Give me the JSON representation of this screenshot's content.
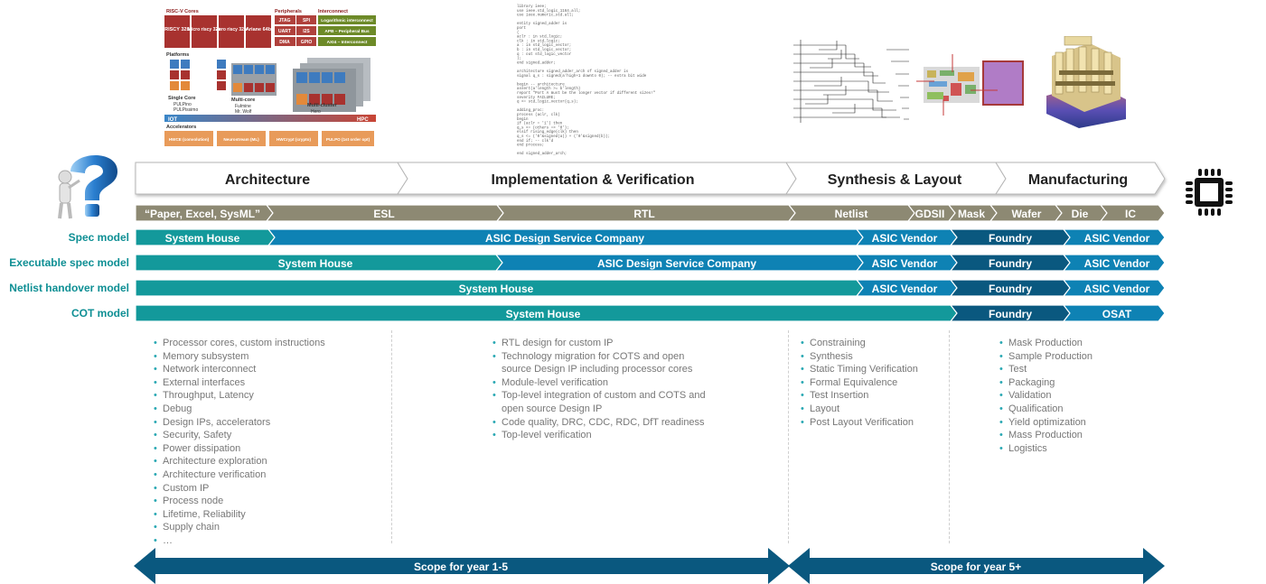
{
  "phases": [
    "Architecture",
    "Implementation & Verification",
    "Synthesis & Layout",
    "Manufacturing"
  ],
  "stages": [
    "“Paper, Excel, SysML”",
    "ESL",
    "RTL",
    "Netlist",
    "GDSII",
    "Mask",
    "Wafer",
    "Die",
    "IC"
  ],
  "models": [
    {
      "label": "Spec model",
      "segments": [
        "System House",
        "ASIC Design Service Company",
        "ASIC Vendor",
        "Foundry",
        "ASIC Vendor"
      ]
    },
    {
      "label": "Executable spec model",
      "segments": [
        "System House",
        "ASIC Design Service Company",
        "ASIC Vendor",
        "Foundry",
        "ASIC Vendor"
      ]
    },
    {
      "label": "Netlist handover model",
      "segments": [
        "System House",
        "ASIC Vendor",
        "Foundry",
        "ASIC Vendor"
      ]
    },
    {
      "label": "COT model",
      "segments": [
        "System House",
        "Foundry",
        "OSAT"
      ]
    }
  ],
  "lists": {
    "architecture": [
      "Processor cores, custom instructions",
      "Memory subsystem",
      "Network interconnect",
      "External interfaces",
      "Throughput,  Latency",
      "Debug",
      "Design IPs, accelerators",
      "Security, Safety",
      "Power dissipation",
      "Architecture exploration",
      "Architecture verification",
      "Custom IP",
      "Process node",
      "Lifetime, Reliability",
      "Supply chain",
      "…"
    ],
    "implementation": [
      "RTL design for custom IP",
      "Technology migration for COTS and open source Design IP including processor cores",
      "Module-level verification",
      "Top-level integration of custom and COTS and open source Design IP",
      "Code quality,  DRC, CDC, RDC, DfT readiness",
      "Top-level verification"
    ],
    "synthesis": [
      "Constraining",
      "Synthesis",
      "Static Timing Verification",
      "Formal Equivalence",
      "Test Insertion",
      "Layout",
      "Post Layout Verification"
    ],
    "manufacturing": [
      "Mask Production",
      "Sample Production",
      "Test",
      "Packaging",
      "Validation",
      "Qualification",
      "Yield optimization",
      "Mass Production",
      "Logistics"
    ]
  },
  "scope": {
    "left": "Scope for year 1-5",
    "right": "Scope for year 5+"
  },
  "thumbnail": {
    "groups": {
      "cores": "RISC-V Cores",
      "peripherals": "Peripherals",
      "interconnect": "Interconnect",
      "platforms": "Platforms",
      "accelerators": "Accelerators"
    },
    "cores": [
      "RISCY 32b",
      "Micro riscy 32b",
      "Zero riscy 32b",
      "Ariane 64b"
    ],
    "peripherals": [
      "JTAG",
      "SPI",
      "UART",
      "I2S",
      "DMA",
      "GPIO"
    ],
    "interconnect": [
      "Logarithmic interconnect",
      "APB – Peripheral Bus",
      "AXI4 – Interconnect"
    ],
    "platform_labels": {
      "single": "Single Core",
      "single_items": [
        "PULPino",
        "PULPissimo"
      ],
      "multi": "Multi-core",
      "multi_items": [
        "Fulmine",
        "Mr. Wolf"
      ],
      "cluster": "Multi-cluster",
      "cluster_items": [
        "Hero"
      ]
    },
    "axis": {
      "left": "IOT",
      "right": "HPC"
    },
    "accelerators": [
      "HWCE (convolution)",
      "Neurostream (ML)",
      "HWCrypt (crypto)",
      "PULPO (1st order opt)"
    ]
  },
  "code_lines": [
    "library ieee;",
    "use ieee.std_logic_1164.all;",
    "use ieee.numeric_std.all;",
    "",
    "entity signed_adder is",
    "  port",
    "  (",
    "    aclr : in   std_logic;",
    "    clk  : in   std_logic;",
    "    a    : in   std_logic_vector;",
    "    b    : in   std_logic_vector;",
    "    q    : out  std_logic_vector",
    "  );",
    "end signed_adder;",
    "",
    "architecture signed_adder_arch of signed_adder is",
    "  signal q_s : signed(a'high+1 downto 0); -- extra bit wide",
    "",
    "begin -- architecture",
    "  assert(a'length >= b'length)",
    "    report \"Port A must be the longer vector if different sizes!\"",
    "    severity FAILURE;",
    "  q <= std_logic_vector(q_s);",
    "",
    "  adding_proc:",
    "  process (aclr, clk)",
    "    begin",
    "      if (aclr = '1') then",
    "        q_s <= (others => '0');",
    "      elsif rising_edge(clk) then",
    "        q_s <= ('0'&signed(a)) + ('0'&signed(b));",
    "      end if; -- clk'd",
    "    end process;",
    "",
    "end signed_adder_arch;"
  ],
  "colors": {
    "teal": "#13999b",
    "blue": "#0e82b4",
    "navy": "#0a587f",
    "gray": "#8d8973",
    "label": "#0e8f94"
  }
}
